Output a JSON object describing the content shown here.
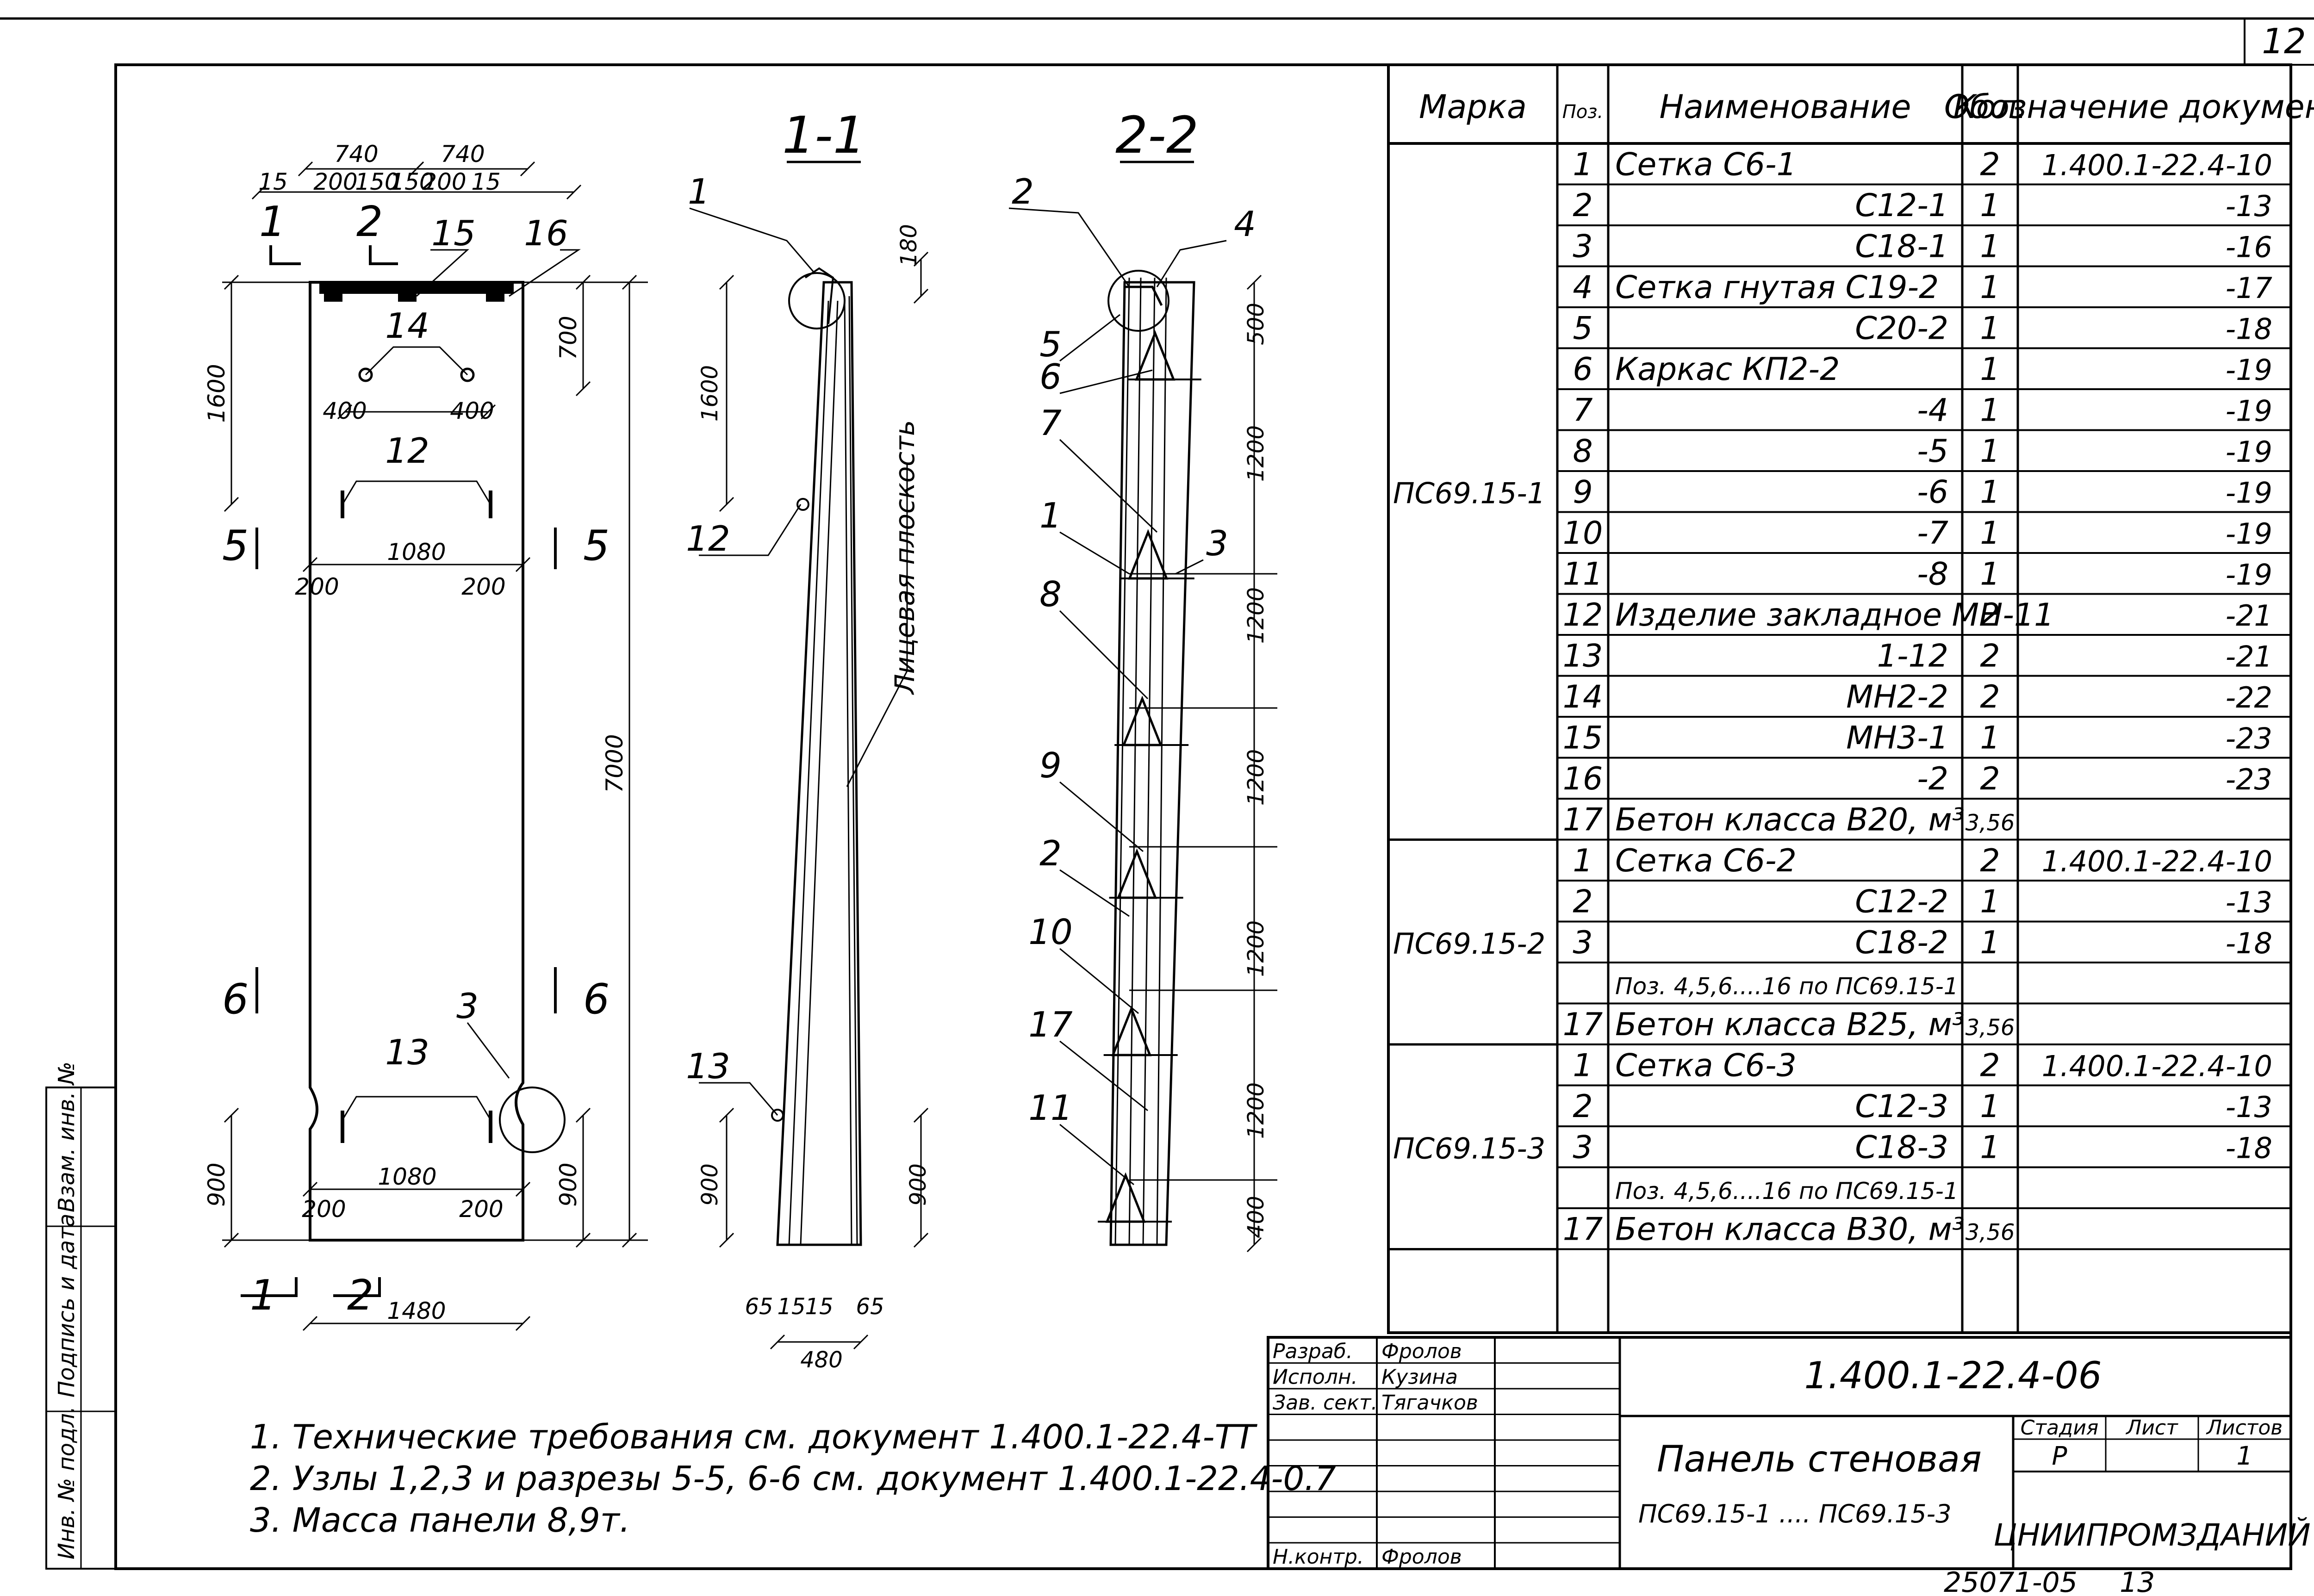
{
  "sheet": {
    "page_number": "12",
    "bottom_number": "25071-05",
    "bottom_page": "13"
  },
  "drawings": {
    "plan": {
      "dims": [
        "740",
        "740",
        "15",
        "200",
        "150",
        "150",
        "200",
        "15",
        "1600",
        "700",
        "400",
        "400",
        "1080",
        "200",
        "200",
        "7000",
        "1080",
        "200",
        "200",
        "900",
        "900",
        "1480"
      ],
      "section_marks": [
        "1",
        "2",
        "5",
        "5",
        "6",
        "6",
        "1",
        "2"
      ],
      "positions": [
        "15",
        "16",
        "14",
        "12",
        "3",
        "13"
      ]
    },
    "section_1_1": {
      "title": "1-1",
      "dims": [
        "180",
        "1600",
        "900",
        "900",
        "65",
        "15",
        "15",
        "65",
        "480"
      ],
      "positions": [
        "1",
        "12",
        "13"
      ],
      "note": "Лицевая плоскость"
    },
    "section_2_2": {
      "title": "2-2",
      "dims": [
        "500",
        "1200",
        "1200",
        "1200",
        "1200",
        "1200",
        "400"
      ],
      "positions": [
        "2",
        "4",
        "5",
        "6",
        "7",
        "1",
        "3",
        "8",
        "9",
        "2",
        "10",
        "17",
        "11"
      ]
    }
  },
  "notes": [
    "1. Технические требования см. документ 1.400.1-22.4-ТТ",
    "2. Узлы 1,2,3 и разрезы 5-5, 6-6 см. документ 1.400.1-22.4-0.7",
    "3. Масса панели 8,9т."
  ],
  "spec": {
    "headers": [
      "Марка",
      "Поз.",
      "Наименование",
      "Кол.",
      "Обозначение документа"
    ],
    "groups": [
      {
        "mark": "ПС69.15-1",
        "rows": [
          {
            "pos": "1",
            "name": "Сетка С6-1",
            "qty": "2",
            "doc": "1.400.1-22.4-10"
          },
          {
            "pos": "2",
            "name": "С12-1",
            "qty": "1",
            "doc": "-13"
          },
          {
            "pos": "3",
            "name": "С18-1",
            "qty": "1",
            "doc": "-16"
          },
          {
            "pos": "4",
            "name": "Сетка гнутая С19-2",
            "qty": "1",
            "doc": "-17"
          },
          {
            "pos": "5",
            "name": "С20-2",
            "qty": "1",
            "doc": "-18"
          },
          {
            "pos": "6",
            "name": "Каркас КП2-2",
            "qty": "1",
            "doc": "-19"
          },
          {
            "pos": "7",
            "name": "-4",
            "qty": "1",
            "doc": "-19"
          },
          {
            "pos": "8",
            "name": "-5",
            "qty": "1",
            "doc": "-19"
          },
          {
            "pos": "9",
            "name": "-6",
            "qty": "1",
            "doc": "-19"
          },
          {
            "pos": "10",
            "name": "-7",
            "qty": "1",
            "doc": "-19"
          },
          {
            "pos": "11",
            "name": "-8",
            "qty": "1",
            "doc": "-19"
          },
          {
            "pos": "12",
            "name": "Изделие закладное МН-11",
            "qty": "2",
            "doc": "-21"
          },
          {
            "pos": "13",
            "name": "1-12",
            "qty": "2",
            "doc": "-21"
          },
          {
            "pos": "14",
            "name": "МН2-2",
            "qty": "2",
            "doc": "-22"
          },
          {
            "pos": "15",
            "name": "МН3-1",
            "qty": "1",
            "doc": "-23"
          },
          {
            "pos": "16",
            "name": "-2",
            "qty": "2",
            "doc": "-23"
          },
          {
            "pos": "17",
            "name": "Бетон класса В20, м³",
            "qty": "3,56",
            "doc": ""
          }
        ]
      },
      {
        "mark": "ПС69.15-2",
        "rows": [
          {
            "pos": "1",
            "name": "Сетка С6-2",
            "qty": "2",
            "doc": "1.400.1-22.4-10"
          },
          {
            "pos": "2",
            "name": "С12-2",
            "qty": "1",
            "doc": "-13"
          },
          {
            "pos": "3",
            "name": "С18-2",
            "qty": "1",
            "doc": "-18"
          },
          {
            "pos": "",
            "name": "Поз. 4,5,6....16 по ПС69.15-1",
            "qty": "",
            "doc": ""
          },
          {
            "pos": "17",
            "name": "Бетон класса В25, м³",
            "qty": "3,56",
            "doc": ""
          }
        ]
      },
      {
        "mark": "ПС69.15-3",
        "rows": [
          {
            "pos": "1",
            "name": "Сетка С6-3",
            "qty": "2",
            "doc": "1.400.1-22.4-10"
          },
          {
            "pos": "2",
            "name": "С12-3",
            "qty": "1",
            "doc": "-13"
          },
          {
            "pos": "3",
            "name": "С18-3",
            "qty": "1",
            "doc": "-18"
          },
          {
            "pos": "",
            "name": "Поз. 4,5,6....16 по ПС69.15-1",
            "qty": "",
            "doc": ""
          },
          {
            "pos": "17",
            "name": "Бетон класса В30, м³",
            "qty": "3,56",
            "doc": ""
          }
        ]
      }
    ]
  },
  "title_block": {
    "roles": [
      "Разраб.",
      "Исполн.",
      "Зав. сект.",
      "Н.контр."
    ],
    "names": [
      "Фролов",
      "Кузина",
      "Тягачков",
      "Фролов"
    ],
    "document": "1.400.1-22.4-06",
    "item_title": "Панель стеновая",
    "item_subtitle": "ПС69.15-1 .... ПС69.15-3",
    "stage_header": "Стадия",
    "stage": "Р",
    "sheet_header": "Лист",
    "sheet": "",
    "sheets_header": "Листов",
    "sheets": "1",
    "organization": "ЦНИИПРОМЗДАНИЙ"
  },
  "side_stamp": [
    "Инв. № подл.",
    "Подпись и дата",
    "Взам. инв. №"
  ]
}
